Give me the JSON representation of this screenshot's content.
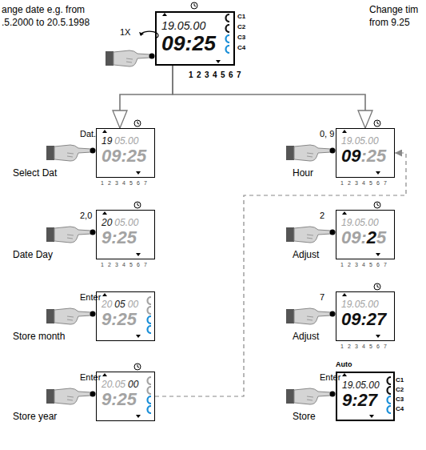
{
  "diagram": {
    "nodes": [
      {
        "text": [
          "19.05.00",
          "09:25"
        ]
      },
      {
        "text": [
          "19",
          "05.00",
          "09:25"
        ]
      },
      {
        "text": [
          "20",
          "05.00",
          "9:25"
        ]
      },
      {
        "text": [
          "20",
          "05",
          "00",
          "9:25"
        ]
      },
      {
        "text": [
          "20.05",
          "00",
          "9:25"
        ]
      },
      {
        "text": [
          "19.05.00",
          "09",
          ":25"
        ]
      },
      {
        "text": [
          "19.05.00",
          "09:",
          "2",
          "5"
        ]
      },
      {
        "text": [
          "19.05.00",
          "09:27"
        ]
      },
      {
        "text": [
          "19.05.00",
          "9:27"
        ]
      }
    ],
    "edges": [
      {
        "from": 0,
        "to": 1,
        "arrow": "to"
      },
      {
        "from": 0,
        "to": 5,
        "arrow": "to"
      },
      {
        "from": 4,
        "to": 5,
        "arrow": "to"
      }
    ],
    "labels": [
      "ange date e.g. from",
      ".5.2000 to 20.5.1998",
      "Change tim",
      "from 9.25",
      "1X",
      "C1",
      "C2",
      "C3",
      "C4",
      "1",
      "2",
      "3",
      "4",
      "5",
      "6",
      "7",
      "Dat.",
      "Select Dat",
      "1",
      "2",
      "3",
      "4",
      "5",
      "6",
      "7",
      "2,0",
      "Date Day",
      "1",
      "2",
      "3",
      "4",
      "5",
      "6",
      "7",
      "Enter",
      "Store month",
      "Enter",
      "Store year",
      "0, 9",
      "Hour",
      "1",
      "2",
      "3",
      "4",
      "5",
      "6",
      "7",
      "2",
      "Adjust",
      "1",
      "2",
      "3",
      "4",
      "5",
      "6",
      "7",
      "7",
      "Adjust",
      "1",
      "2",
      "3",
      "4",
      "5",
      "6",
      "7",
      "Enter",
      "Store",
      "Auto",
      "C1",
      "C2",
      "C3",
      "C4"
    ]
  }
}
